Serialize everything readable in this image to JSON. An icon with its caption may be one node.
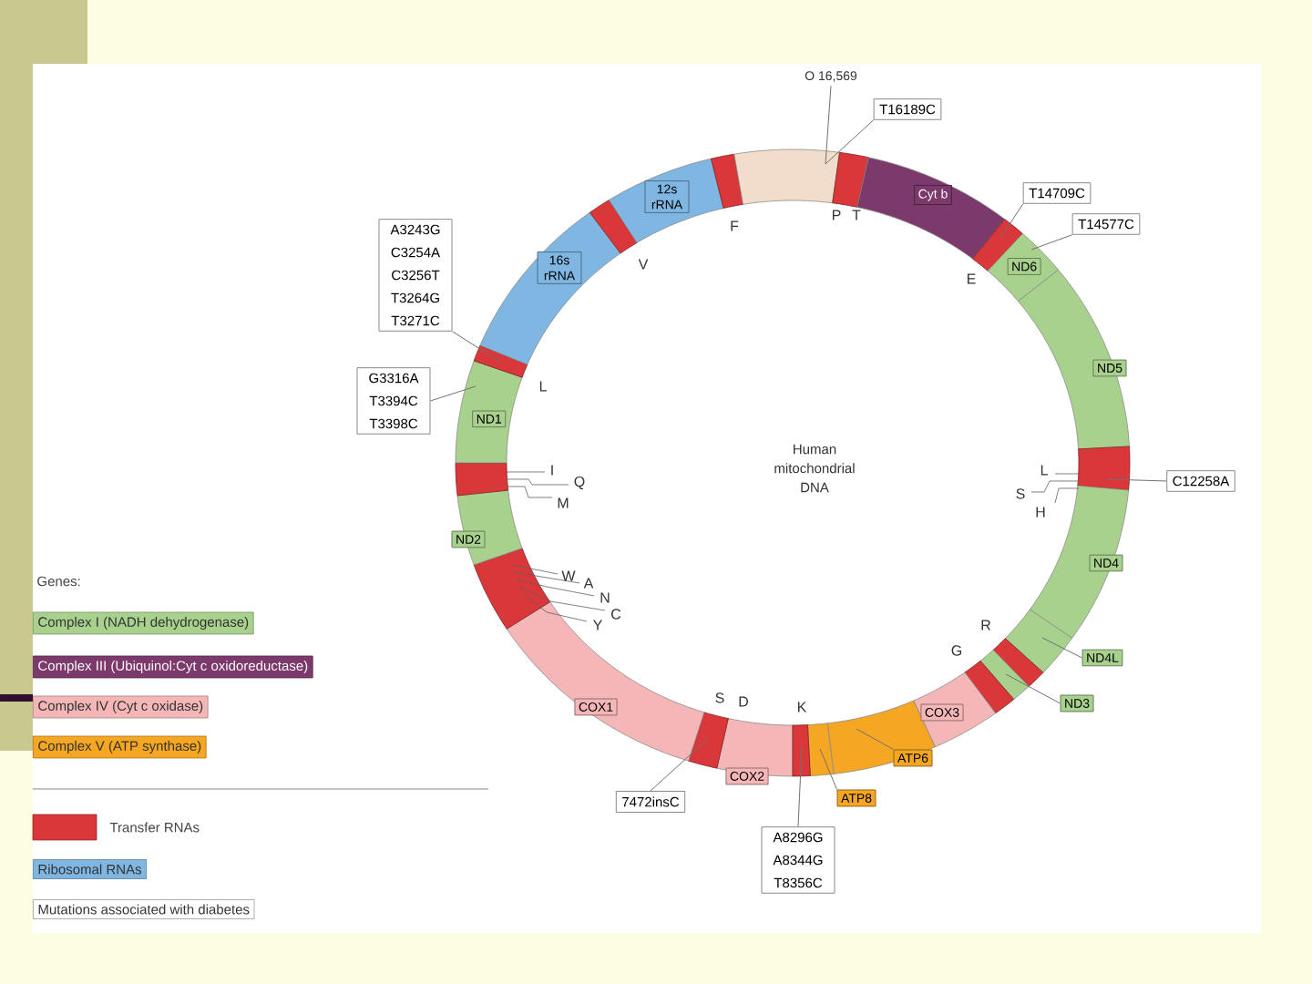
{
  "diagram": {
    "nodes": [
      {
        "text": [],
        "shape": "bar"
      },
      {
        "text": [],
        "shape": "bar"
      },
      {
        "text": [],
        "shape": "bar"
      },
      {
        "text": [],
        "shape": "bar"
      },
      {
        "text": [],
        "shape": "bar"
      },
      {
        "text": [],
        "shape": "bar"
      },
      {
        "text": [],
        "shape": "bar"
      },
      {
        "text": [],
        "shape": "bar"
      },
      {
        "text": [],
        "shape": "bar"
      },
      {
        "text": [],
        "shape": "bar"
      },
      {
        "text": [],
        "shape": "bar"
      },
      {
        "text": [],
        "shape": "bar"
      },
      {
        "text": [
          "O 16,569"
        ]
      },
      {
        "text": [
          "T16189C"
        ]
      },
      {
        "text": [
          "Cyt b"
        ]
      },
      {
        "text": [
          "T14709C"
        ]
      },
      {
        "text": [
          "T14577C"
        ]
      },
      {
        "text": [
          "12s rRNA"
        ]
      },
      {
        "text": [
          "16s rRNA"
        ]
      },
      {
        "text": [
          "A3243G C3254A C3256T T3264G T3271C"
        ]
      },
      {
        "text": [
          "G3316A T3394C T3398C"
        ]
      },
      {
        "text": [
          "ND6"
        ],
        "in": 2
      },
      {
        "text": [
          "ND1"
        ],
        "in": 4
      },
      {
        "text": [
          "ND5"
        ]
      },
      {
        "text": [
          "C12258A"
        ]
      },
      {
        "text": [
          "ND2"
        ]
      },
      {
        "text": [
          "ND4"
        ]
      },
      {
        "text": [
          "ND4L"
        ]
      },
      {
        "text": [
          "COX1"
        ]
      },
      {
        "text": [
          "ND3"
        ]
      },
      {
        "text": [
          "COX3"
        ]
      },
      {
        "text": [
          "COX2"
        ]
      },
      {
        "text": [
          "ATP6"
        ]
      },
      {
        "text": [
          "ATP8"
        ]
      },
      {
        "text": [
          "7472insC"
        ]
      },
      {
        "text": [
          "A8296G A8344G T8356C"
        ]
      },
      {
        "text": [],
        "shape": "bar"
      },
      {
        "text": [],
        "shape": "bar"
      },
      {
        "text": [],
        "shape": "bar"
      },
      {
        "text": [],
        "shape": "bar"
      },
      {
        "text": [],
        "shape": "bar"
      },
      {
        "text": [],
        "shape": "bar"
      },
      {
        "text": [],
        "shape": "bar"
      }
    ],
    "edges": [
      {
        "from": 12,
        "to": 0,
        "arrow": "none"
      },
      {
        "from": 13,
        "to": 0,
        "arrow": "none"
      },
      {
        "from": 15,
        "to": 1,
        "arrow": "none"
      },
      {
        "from": 16,
        "to": 2,
        "arrow": "none"
      },
      {
        "from": 19,
        "to": 3,
        "arrow": "none"
      },
      {
        "from": 20,
        "to": 4,
        "arrow": "none"
      },
      {
        "from": 24,
        "to": 5,
        "arrow": "none"
      },
      {
        "from": 27,
        "to": 6,
        "arrow": "none"
      },
      {
        "from": 29,
        "to": 7,
        "arrow": "none"
      },
      {
        "from": 32,
        "to": 8,
        "arrow": "none"
      },
      {
        "from": 33,
        "to": 9,
        "arrow": "none"
      },
      {
        "from": 34,
        "to": 10,
        "arrow": "none"
      },
      {
        "from": 35,
        "to": 11,
        "arrow": "none"
      }
    ],
    "labels": [
      "F",
      "V",
      "P",
      "T",
      "E",
      "L",
      "Human mitochondrial DNA",
      "I",
      "Q",
      "L",
      "S",
      "M",
      "H",
      "W",
      "A",
      "N",
      "C",
      "Y",
      "R",
      "G",
      "S",
      "D",
      "K",
      "Genes:"
    ],
    "legend": [
      {
        "text": "Complex I (NADH dehydrogenase)",
        "color": "#a9d18e"
      },
      {
        "text": "Complex III (Ubiquinol:Cyt c oxidoreductase)",
        "color": "#7b3a6b"
      },
      {
        "text": "Complex IV (Cyt c oxidase)",
        "color": "#f4b6b6"
      },
      {
        "text": "Complex V (ATP synthase)",
        "color": "#f5a623"
      },
      {
        "text": "Transfer RNAs",
        "color": "#d9373a"
      },
      {
        "text": "Ribosomal RNAs",
        "color": "#7fb6e2"
      },
      {
        "text": "Mutations associated with diabetes"
      }
    ]
  }
}
